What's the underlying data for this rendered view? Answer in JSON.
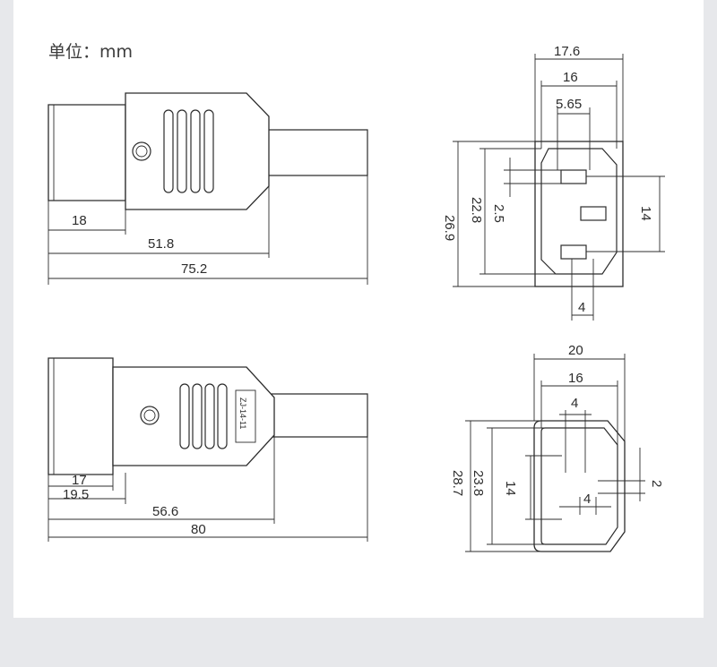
{
  "unit_label": "单位：mm",
  "top_side_view": {
    "dims": [
      "18",
      "51.8",
      "75.2"
    ]
  },
  "top_front_view": {
    "dims": [
      "17.6",
      "16",
      "5.65",
      "26.9",
      "22.8",
      "2.5",
      "14",
      "4"
    ]
  },
  "bottom_side_view": {
    "label_text": "ZJ-14-11",
    "dims": [
      "17",
      "19.5",
      "56.6",
      "80"
    ]
  },
  "bottom_front_view": {
    "dims": [
      "20",
      "16",
      "4",
      "28.7",
      "23.8",
      "14",
      "2",
      "4"
    ]
  }
}
